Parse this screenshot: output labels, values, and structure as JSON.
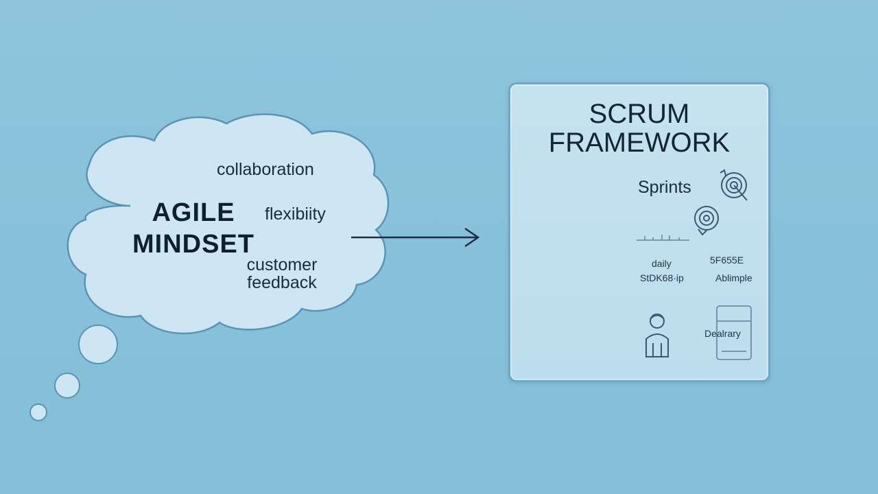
{
  "cloud": {
    "title_line1": "AGILE",
    "title_line2": "MINDSET",
    "words": {
      "collaboration": "collaboration",
      "flexibility": "flexibiity",
      "customer_line1": "customer",
      "customer_line2": "feedback"
    }
  },
  "panel": {
    "title_line1": "SCRUM",
    "title_line2": "FRAMEWORK",
    "sprints": "Sprints",
    "small_labels": {
      "daily": "daily",
      "standup": "StDK68·ip",
      "retro": "5F655E",
      "sample": "Ablimple",
      "delivery": "Dealrary"
    }
  },
  "colors": {
    "background": "#8cc3db",
    "cloud_fill": "#cde6f2",
    "cloud_stroke": "#5b93b6",
    "panel_fill": "#c2e0ee",
    "panel_border": "#6ea6c6",
    "text": "#13233a"
  },
  "icons": [
    "target-icon",
    "arrow-icon",
    "person-icon",
    "board-icon",
    "thought-bubble-icon"
  ]
}
